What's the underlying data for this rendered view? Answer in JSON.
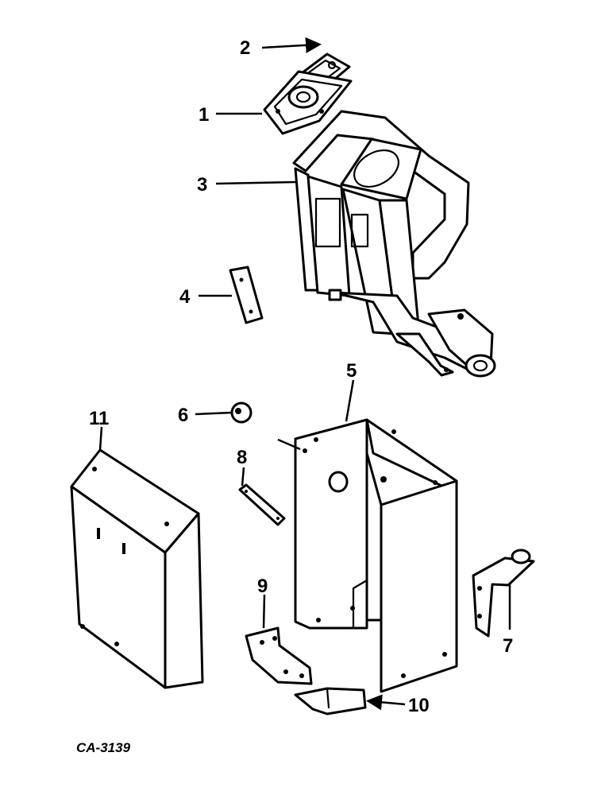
{
  "callouts": {
    "c1": "1",
    "c2": "2",
    "c3": "3",
    "c4": "4",
    "c5": "5",
    "c6": "6",
    "c7": "7",
    "c8": "8",
    "c9": "9",
    "c10": "10",
    "c11": "11"
  },
  "drawing_code": "CA-3139"
}
